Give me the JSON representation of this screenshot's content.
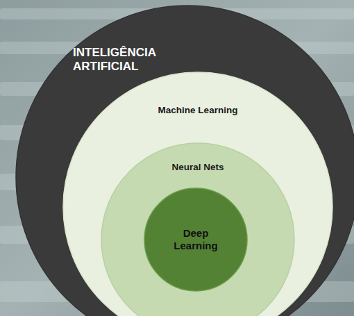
{
  "diagram": {
    "nodes": [
      {
        "text": [
          "INTELIGÊNCIA ARTIFICIAL"
        ]
      },
      {
        "text": [
          "Machine Learning"
        ],
        "in": 0
      },
      {
        "text": [
          "Neural Nets"
        ],
        "in": 1
      },
      {
        "text": [
          "Deep Learning"
        ],
        "in": 2
      }
    ]
  }
}
